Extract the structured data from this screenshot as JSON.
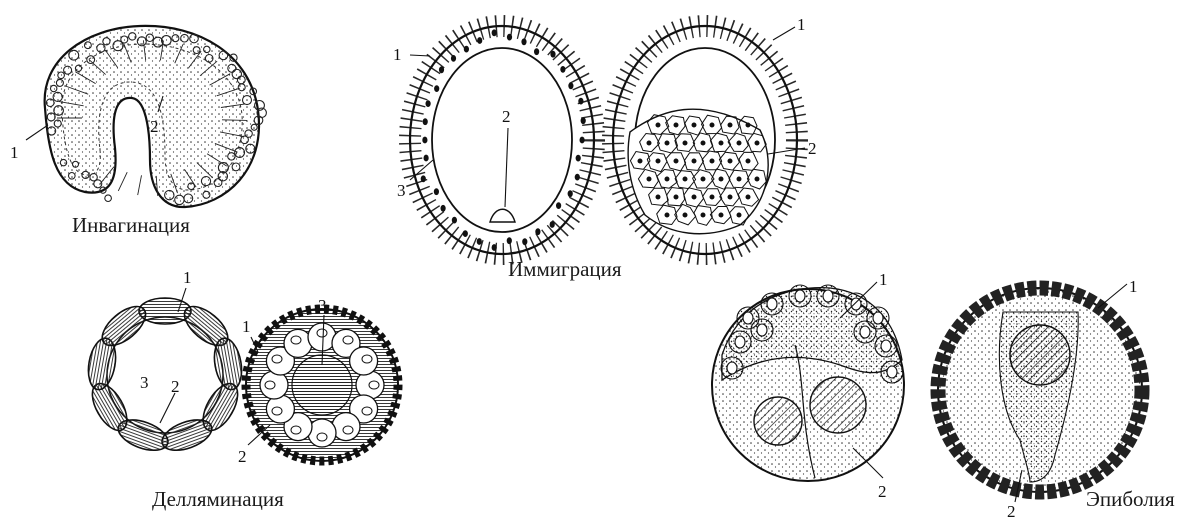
{
  "captions": {
    "invagination": "Инвагинация",
    "immigration": "Иммиграция",
    "delamination": "Делляминация",
    "epiboly": "Эпиболия"
  },
  "callouts": {
    "one": "1",
    "two": "2",
    "three": "3"
  },
  "colors": {
    "ink": "#111111",
    "background": "#ffffff"
  }
}
